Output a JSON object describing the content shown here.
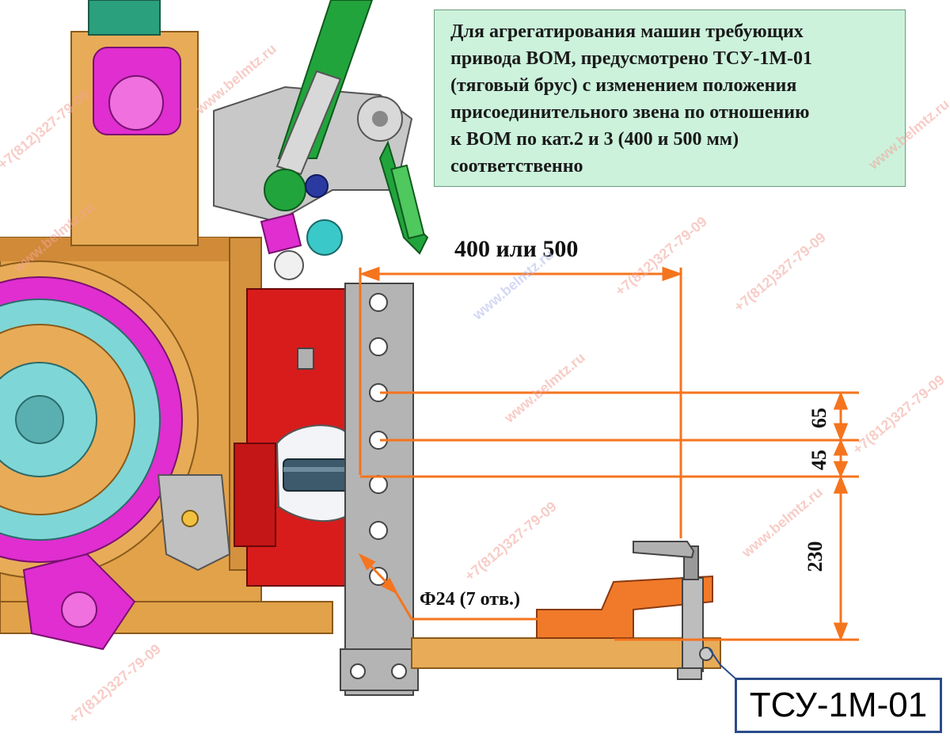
{
  "note": {
    "lines": [
      "Для агрегатирования машин требующих",
      "привода ВОМ, предусмотрено ТСУ-1М-01",
      "(тяговый брус) с изменением положения",
      "присоединительного звена по отношению",
      "к ВОМ по кат.2 и 3 (400 и 500 мм)",
      "соответственно"
    ]
  },
  "dimensions": {
    "horizontal": "400 или 500",
    "hole_spacing": "65",
    "middle": "45",
    "height": "230",
    "holes": "Ф24 (7 отв.)"
  },
  "part_label": "ТСУ-1М-01",
  "watermarks": {
    "site": "www.belmtz.ru",
    "phone": "+7(812)327-79-09"
  },
  "colors": {
    "casing": "#e2a24a",
    "magenta": "#e02ed0",
    "bracket_red": "#d81c1c",
    "drawbar_orange": "#f07a2a",
    "dimension": "#f5741e",
    "plate_gray": "#b4b4b4",
    "arm_green": "#22a43c",
    "note_bg": "#ccf2dc"
  }
}
